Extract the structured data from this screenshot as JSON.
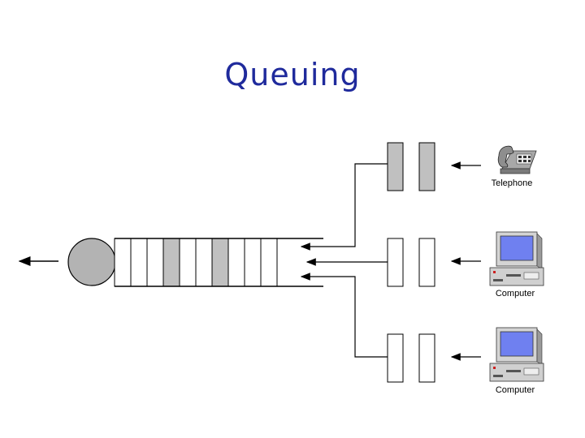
{
  "title": "Queuing",
  "colors": {
    "title": "#1f2a9c",
    "packet_filled": "#c0c0c0",
    "server": "#b3b3b3",
    "line": "#000000"
  },
  "icons": {
    "telephone": "telephone-icon",
    "computer": "computer-icon"
  },
  "sources": [
    {
      "label": "Telephone",
      "icon": "telephone-icon",
      "buffer_filled": [
        true,
        true
      ]
    },
    {
      "label": "Computer",
      "icon": "computer-icon",
      "buffer_filled": [
        false,
        false
      ]
    },
    {
      "label": "Computer",
      "icon": "computer-icon",
      "buffer_filled": [
        false,
        false
      ]
    }
  ],
  "queue": {
    "slots": 10,
    "filled_slots": [
      3,
      6
    ]
  }
}
